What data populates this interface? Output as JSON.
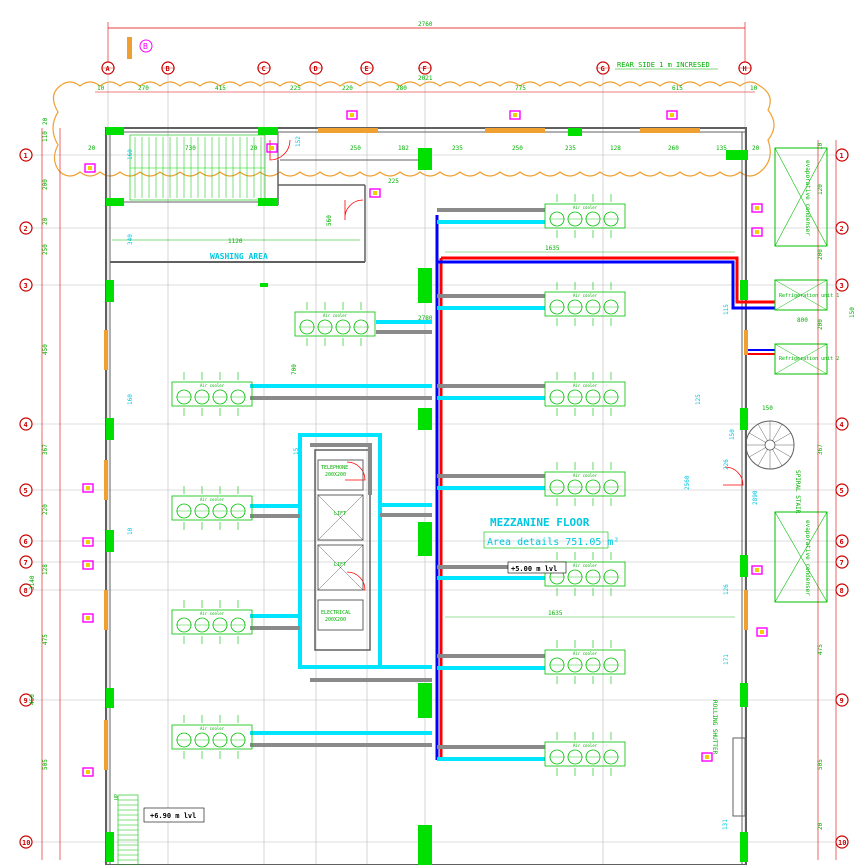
{
  "colors": {
    "dim_red": "#e00000",
    "cyan": "#00e5ff",
    "green": "#00e000",
    "duct_grey": "#8a8a8a",
    "pipe_red": "#ff0000",
    "pipe_blue": "#0000ff",
    "cloud": "#f0a030",
    "wall": "#606060",
    "magenta": "#ff00ff"
  },
  "icons": {
    "grid_bubble": "grid-axis-bubble",
    "air_cooler": "air-cooler-unit",
    "door": "door-swing-icon",
    "spiral_stair": "spiral-stair-icon"
  },
  "overall_dim": "2760",
  "grid_letters": [
    "A",
    "B",
    "C",
    "D",
    "E",
    "F",
    "G",
    "H"
  ],
  "grid_numbers": [
    "1",
    "2",
    "3",
    "4",
    "5",
    "6",
    "7",
    "8",
    "9",
    "10"
  ],
  "grid_sub_top": "2021",
  "top_dims": [
    "10",
    "270",
    "415",
    "225",
    "220",
    "280",
    "775",
    "615",
    "10"
  ],
  "second_dims": [
    "20",
    "730",
    "20",
    "250",
    "182",
    "235",
    "250",
    "235",
    "128",
    "260",
    "135",
    "20"
  ],
  "cloud_note": "REAR SIDE 1 m INCRESED",
  "rooms": {
    "washing_area": "WASHING AREA",
    "washing_dim": "1120",
    "telephone": "TELEPHONE",
    "telephone_size": "200X200",
    "electrical": "ELECTRICAL",
    "electrical_size": "200X200",
    "lift1": "LIFT",
    "lift2": "LIFT"
  },
  "floor": {
    "title": "MEZZANINE FLOOR",
    "area": "Area details 751.05 m²",
    "level_mid": "+5.00 m lvl",
    "level_low": "+6.90 m lvl"
  },
  "air_cooler_label": "Air cooler",
  "right_side": {
    "evap1": "evaporative condenser",
    "evap2": "evaporative condenser",
    "ref1": "Refrigeration unit 1",
    "ref2": "Refrigeration unit 2",
    "spiral": "SPIRAL STAIR",
    "rolling": "ROLLING SHUTTER",
    "dim_800": "800",
    "dim_150a": "150",
    "dim_150b": "150",
    "dim_2560": "2560",
    "dim_2890": "2890"
  },
  "duct_dims": {
    "d1635a": "1635",
    "d1635b": "1635",
    "d700": "700",
    "d2780": "2780",
    "d225": "225",
    "d560": "560"
  },
  "left_dims": [
    "20",
    "110",
    "200",
    "20",
    "250",
    "450",
    "367",
    "220",
    "128",
    "3140",
    "475",
    "450",
    "505"
  ],
  "right_dims": [
    "10",
    "120",
    "200",
    "200",
    "367",
    "475",
    "505",
    "20"
  ],
  "misc_dims": [
    "340",
    "160",
    "226",
    "152",
    "160",
    "15",
    "150",
    "10",
    "125",
    "131",
    "126",
    "171",
    "115"
  ],
  "stair_label": "UP"
}
